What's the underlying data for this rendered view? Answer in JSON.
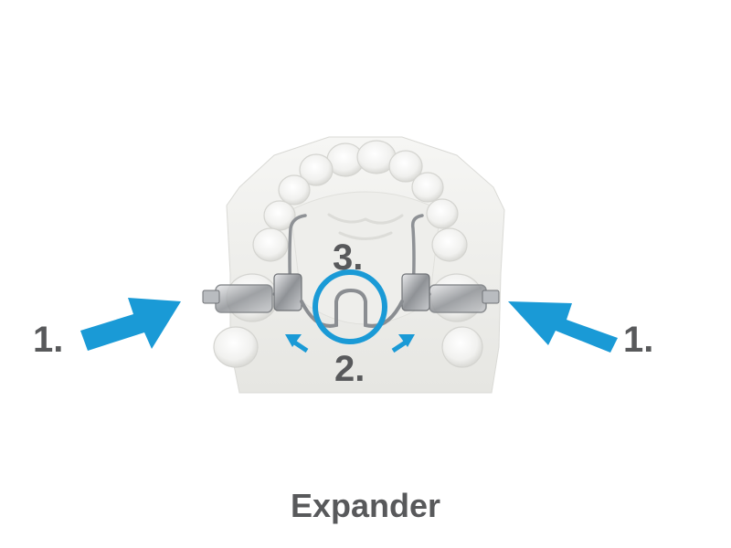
{
  "colors": {
    "accent": "#1a9ad6",
    "label": "#58595b",
    "model": "#f2f2f0",
    "model_shadow": "#d8d8d4",
    "metal": "#9a9da1"
  },
  "labels": {
    "left_arrow": "1.",
    "right_arrow": "1.",
    "center_screw": "3.",
    "expansion": "2."
  },
  "caption": "Expander"
}
